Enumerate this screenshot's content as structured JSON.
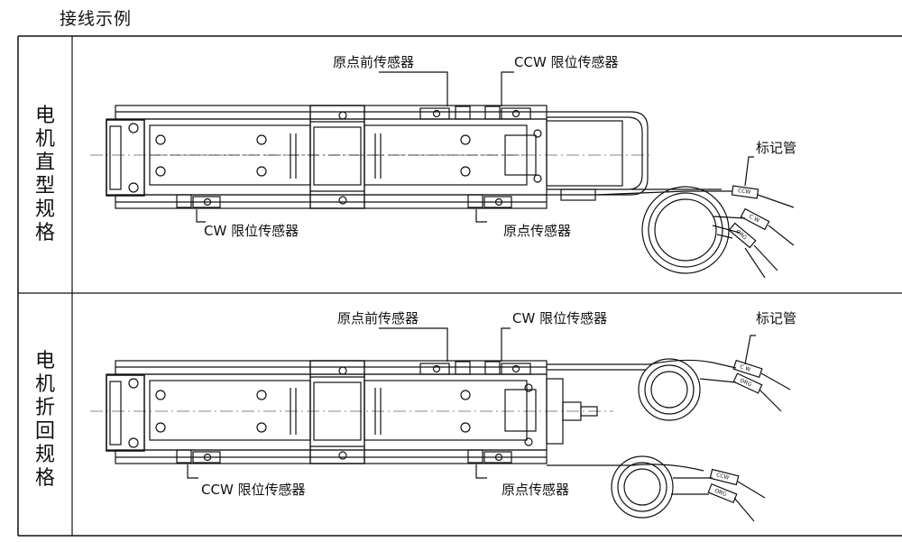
{
  "title": "接线示例",
  "rows": [
    {
      "label": [
        "电",
        "机",
        "直",
        "型",
        "规",
        "格"
      ],
      "callouts": {
        "pre_origin": "原点前传感器",
        "ccw_limit": "CCW 限位传感器",
        "cw_limit": "CW 限位传感器",
        "origin": "原点传感器",
        "marker_tube": "标记管"
      },
      "tags": [
        "CCW",
        "C W",
        "ORG"
      ]
    },
    {
      "label": [
        "电",
        "机",
        "折",
        "回",
        "规",
        "格"
      ],
      "callouts": {
        "pre_origin": "原点前传感器",
        "ccw_limit": "CW 限位传感器",
        "cw_limit": "CCW 限位传感器",
        "origin": "原点传感器",
        "marker_tube": "标记管"
      },
      "tags_top": [
        "C W",
        "ORG"
      ],
      "tags_bottom": [
        "CCW",
        "ORG"
      ]
    }
  ]
}
